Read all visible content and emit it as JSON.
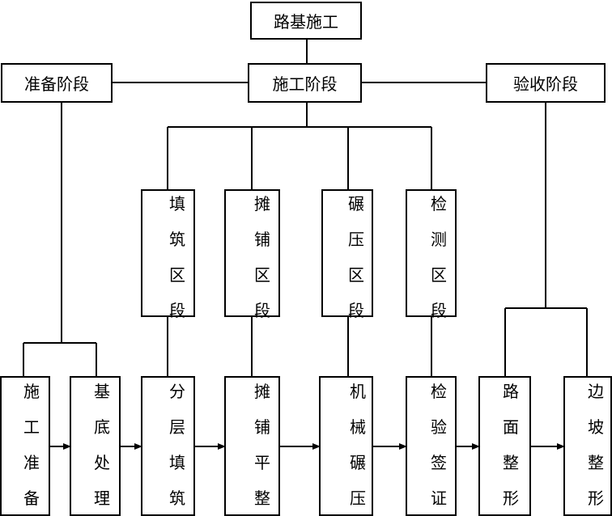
{
  "root": "路基施工",
  "phases": {
    "prep": "准备阶段",
    "construct": "施工阶段",
    "accept": "验收阶段"
  },
  "zones": [
    "填筑区段",
    "摊铺区段",
    "碾压区段",
    "检测区段"
  ],
  "steps": [
    "施工准备",
    "基底处理",
    "分层填筑",
    "摊铺平整",
    "机械碾压",
    "检验签证",
    "路面整形",
    "边坡整形"
  ]
}
